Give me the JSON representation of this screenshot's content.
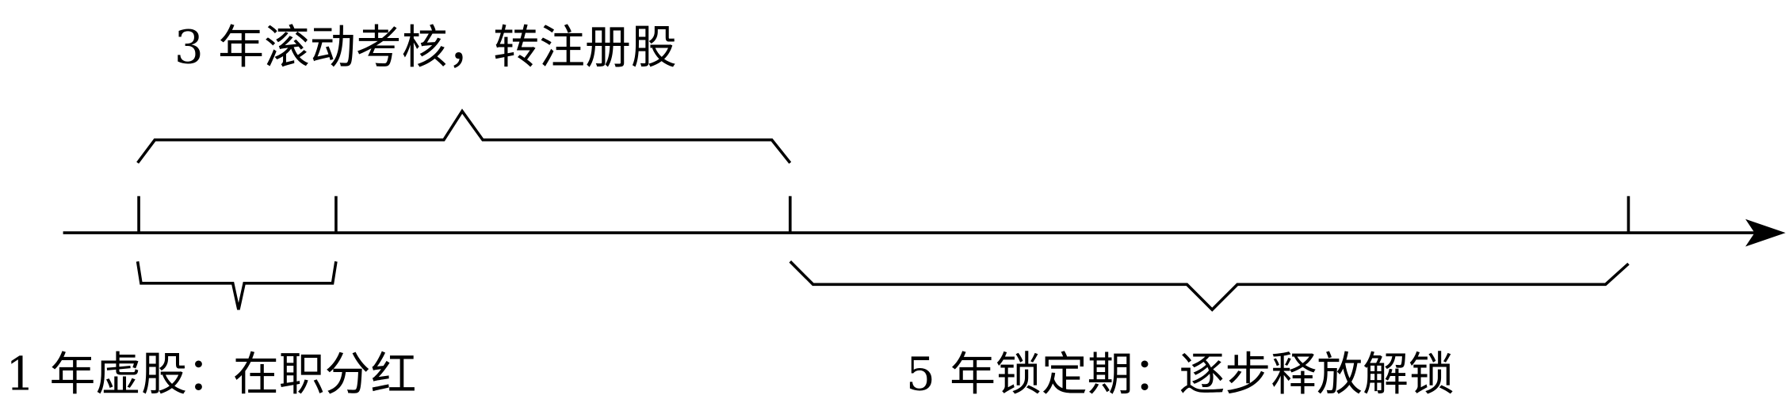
{
  "diagram": {
    "labels": {
      "top": "3 年滚动考核，转注册股",
      "bottom_left": "1 年虚股：在职分红",
      "bottom_right": "5 年锁定期：逐步释放解锁"
    },
    "line_color": "#000000"
  }
}
